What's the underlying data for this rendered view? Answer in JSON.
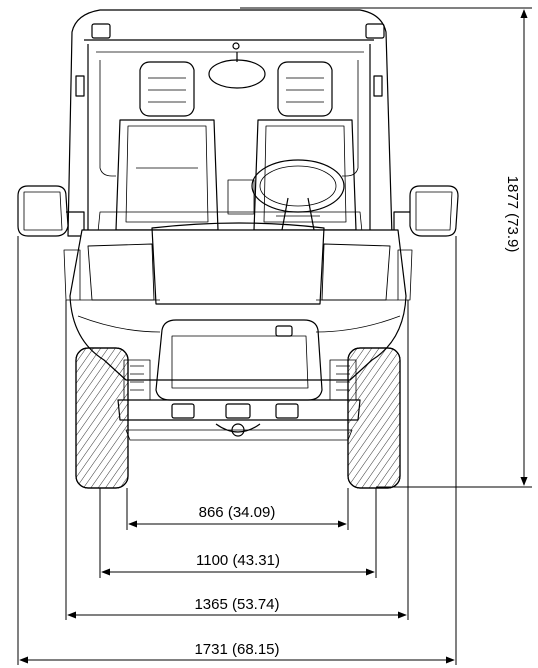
{
  "dimensions": {
    "height": "1877 (73.9)",
    "track_inner": "866 (34.09)",
    "track_outer": "1100 (43.31)",
    "width_body": "1365 (53.74)",
    "width_mirrors": "1731 (68.15)"
  }
}
